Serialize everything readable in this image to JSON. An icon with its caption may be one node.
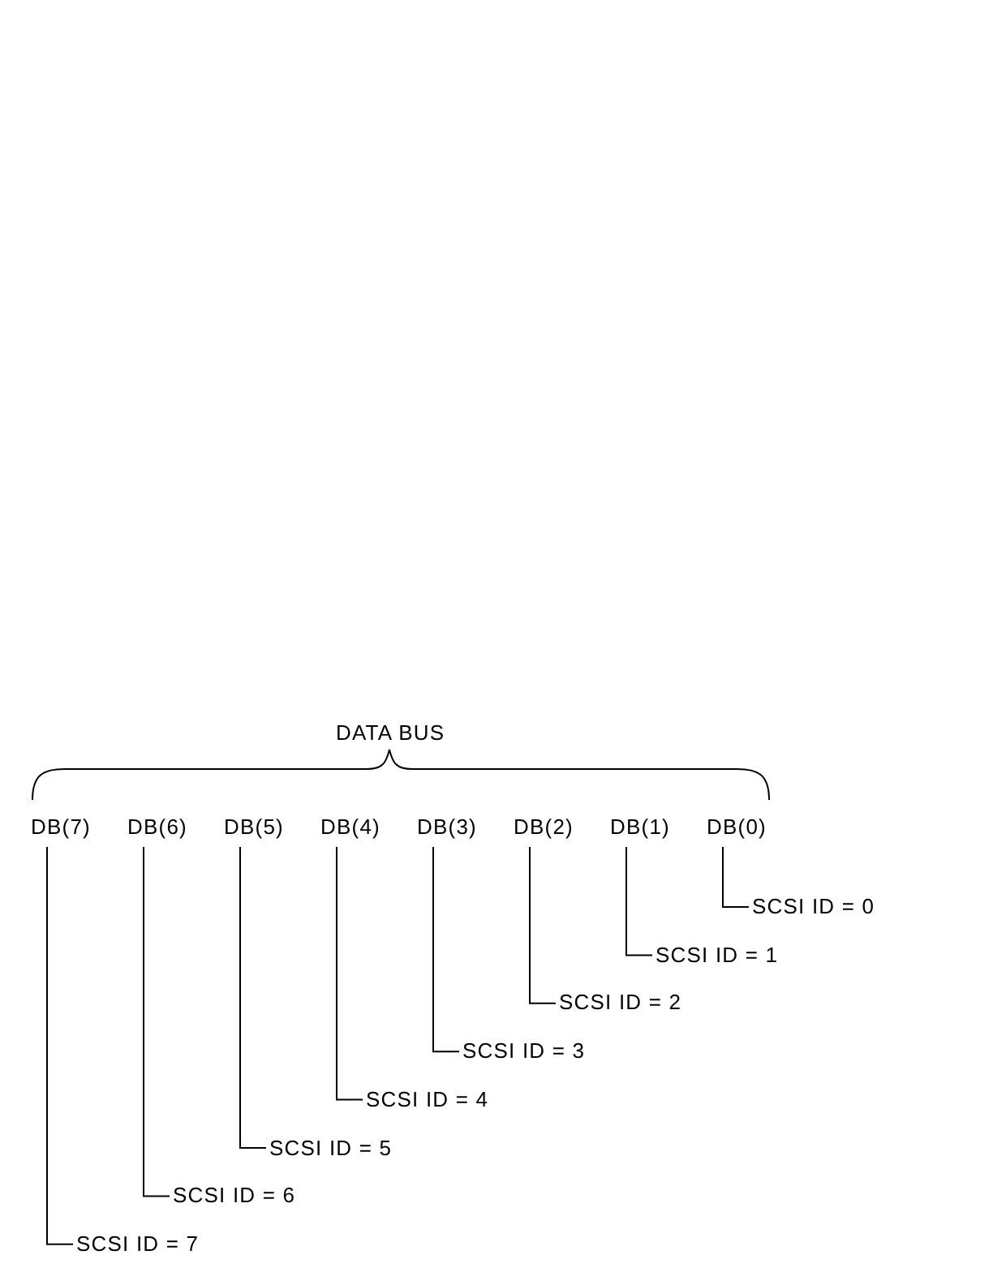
{
  "diagram": {
    "nodes": [
      {
        "text": [
          "DB(7)"
        ]
      },
      {
        "text": [
          "DB(6)"
        ]
      },
      {
        "text": [
          "DB(5)"
        ]
      },
      {
        "text": [
          "DB(4)"
        ]
      },
      {
        "text": [
          "DB(3)"
        ]
      },
      {
        "text": [
          "DB(2)"
        ]
      },
      {
        "text": [
          "DB(1)"
        ]
      },
      {
        "text": [
          "DB(0)"
        ]
      },
      {
        "text": [
          "SCSI ID = 0"
        ]
      },
      {
        "text": [
          "SCSI ID = 1"
        ]
      },
      {
        "text": [
          "SCSI ID = 2"
        ]
      },
      {
        "text": [
          "SCSI ID = 3"
        ]
      },
      {
        "text": [
          "SCSI ID = 4"
        ]
      },
      {
        "text": [
          "SCSI ID = 5"
        ]
      },
      {
        "text": [
          "SCSI ID = 6"
        ]
      },
      {
        "text": [
          "SCSI ID = 7"
        ]
      }
    ],
    "edges": [
      {
        "from": 0,
        "to": 15,
        "arrow": "none"
      },
      {
        "from": 1,
        "to": 14,
        "arrow": "none"
      },
      {
        "from": 2,
        "to": 13,
        "arrow": "none"
      },
      {
        "from": 3,
        "to": 12,
        "arrow": "none"
      },
      {
        "from": 4,
        "to": 11,
        "arrow": "none"
      },
      {
        "from": 5,
        "to": 10,
        "arrow": "none"
      },
      {
        "from": 6,
        "to": 9,
        "arrow": "none"
      },
      {
        "from": 7,
        "to": 8,
        "arrow": "none"
      }
    ],
    "labels": [
      "DATA BUS"
    ]
  }
}
